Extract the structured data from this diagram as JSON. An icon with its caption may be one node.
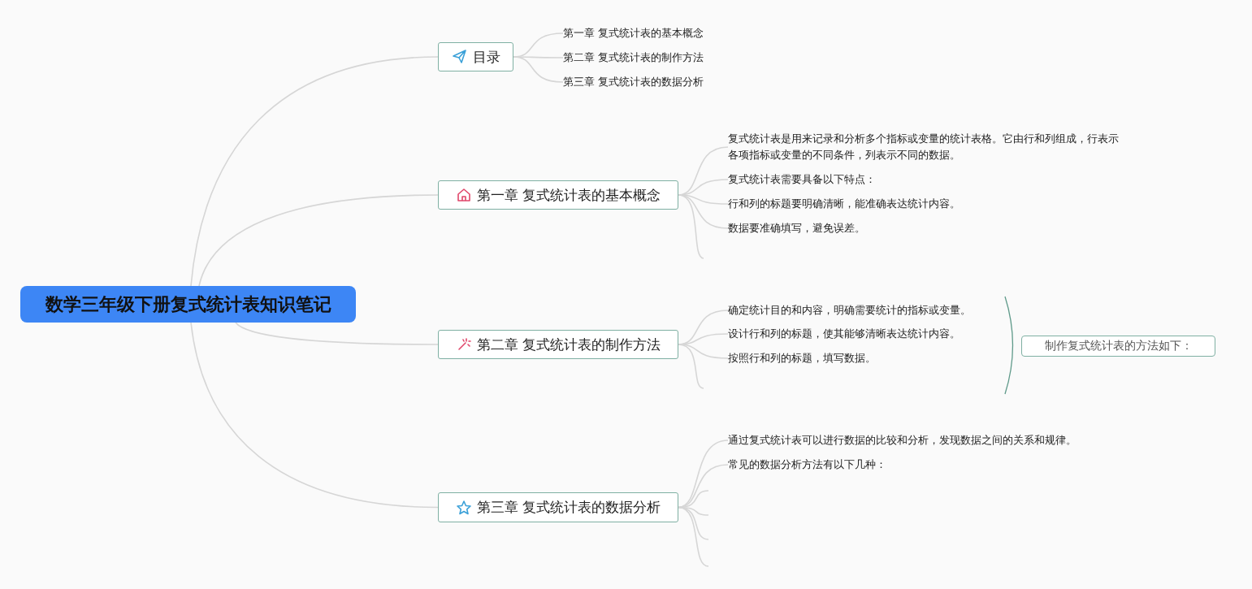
{
  "diagram": {
    "nodes": [
      {
        "text": [
          "数学三年级下册复式统计表知识笔记"
        ]
      },
      {
        "text": [
          "目录"
        ]
      },
      {
        "text": [
          "第一章 复式统计表的基本概念"
        ]
      },
      {
        "text": [
          "第二章 复式统计表的制作方法"
        ]
      },
      {
        "text": [
          "第三章 复式统计表的数据分析"
        ]
      },
      {
        "text": [
          "第一章 复式统计表的基本概念"
        ]
      },
      {
        "text": [
          "复式统计表是用来记录和分析多个指标或变量的统计表格。它由行和列组成，行表示各项指标或变量的不同条件，列表示不同的数据。"
        ]
      },
      {
        "text": [
          "复式统计表需要具备以下特点："
        ]
      },
      {
        "text": [
          "行和列的标题要明确清晰，能准确表达统计内容。"
        ]
      },
      {
        "text": [
          "数据要准确填写，避免误差。"
        ]
      },
      {
        "text": [
          "第二章 复式统计表的制作方法"
        ]
      },
      {
        "text": [
          "确定统计目的和内容，明确需要统计的指标或变量。"
        ]
      },
      {
        "text": [
          "设计行和列的标题，使其能够清晰表达统计内容。"
        ]
      },
      {
        "text": [
          "按照行和列的标题，填写数据。"
        ]
      },
      {
        "text": [
          "制作复式统计表的方法如下："
        ]
      },
      {
        "text": [
          "第三章 复式统计表的数据分析"
        ]
      },
      {
        "text": [
          "通过复式统计表可以进行数据的比较和分析，发现数据之间的关系和规律。"
        ]
      },
      {
        "text": [
          "常见的数据分析方法有以下几种："
        ]
      }
    ],
    "edges": [
      {
        "from": 0,
        "to": 1,
        "arrow": "none"
      },
      {
        "from": 0,
        "to": 5,
        "arrow": "none"
      },
      {
        "from": 0,
        "to": 10,
        "arrow": "none"
      },
      {
        "from": 0,
        "to": 15,
        "arrow": "none"
      },
      {
        "from": 1,
        "to": 2,
        "arrow": "none"
      },
      {
        "from": 1,
        "to": 3,
        "arrow": "none"
      },
      {
        "from": 1,
        "to": 4,
        "arrow": "none"
      },
      {
        "from": 5,
        "to": 6,
        "arrow": "none"
      },
      {
        "from": 5,
        "to": 7,
        "arrow": "none"
      },
      {
        "from": 5,
        "to": 8,
        "arrow": "none"
      },
      {
        "from": 5,
        "to": 9,
        "arrow": "none"
      },
      {
        "from": 5,
        "to": null,
        "arrow": "none"
      },
      {
        "from": 10,
        "to": 11,
        "arrow": "none"
      },
      {
        "from": 10,
        "to": 12,
        "arrow": "none"
      },
      {
        "from": 10,
        "to": 13,
        "arrow": "none"
      },
      {
        "from": 10,
        "to": null,
        "arrow": "none"
      },
      {
        "from": 15,
        "to": 16,
        "arrow": "none"
      },
      {
        "from": 15,
        "to": 17,
        "arrow": "none"
      },
      {
        "from": 15,
        "to": null,
        "arrow": "none"
      },
      {
        "from": 15,
        "to": null,
        "arrow": "none"
      },
      {
        "from": 15,
        "to": null,
        "arrow": "none"
      },
      {
        "from": 15,
        "to": null,
        "arrow": "none"
      }
    ]
  }
}
